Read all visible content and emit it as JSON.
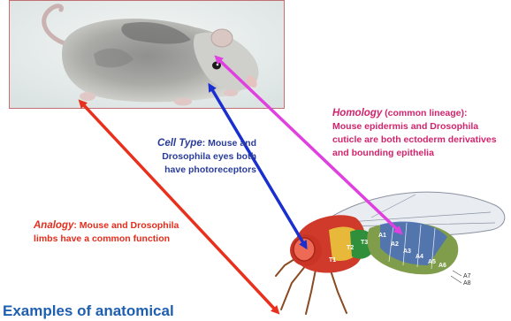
{
  "mouse_photo": {
    "description_icon": "mouse-photo"
  },
  "fly_illustration": {
    "segment_labels": [
      "T1",
      "T2",
      "T3",
      "A1",
      "A2",
      "A3",
      "A4",
      "A5",
      "A6",
      "A7",
      "A8"
    ]
  },
  "homology": {
    "term": "Homology",
    "qualifier": " (common lineage):",
    "line1": "Mouse epidermis and Drosophila",
    "line2": "cuticle are both ectoderm derivatives",
    "line3": "and bounding epithelia"
  },
  "cell_type": {
    "term": "Cell Type",
    "line1_rest": ": Mouse and",
    "line2": "Drosophila eyes both",
    "line3": "have photoreceptors"
  },
  "analogy": {
    "term": "Analogy",
    "line1_rest": ": Mouse and Drosophila",
    "line2": "limbs have a common function"
  },
  "title": "Examples of anatomical",
  "colors": {
    "homology": "#e040e0",
    "cell_type": "#1a2fd0",
    "analogy": "#e8301c"
  }
}
